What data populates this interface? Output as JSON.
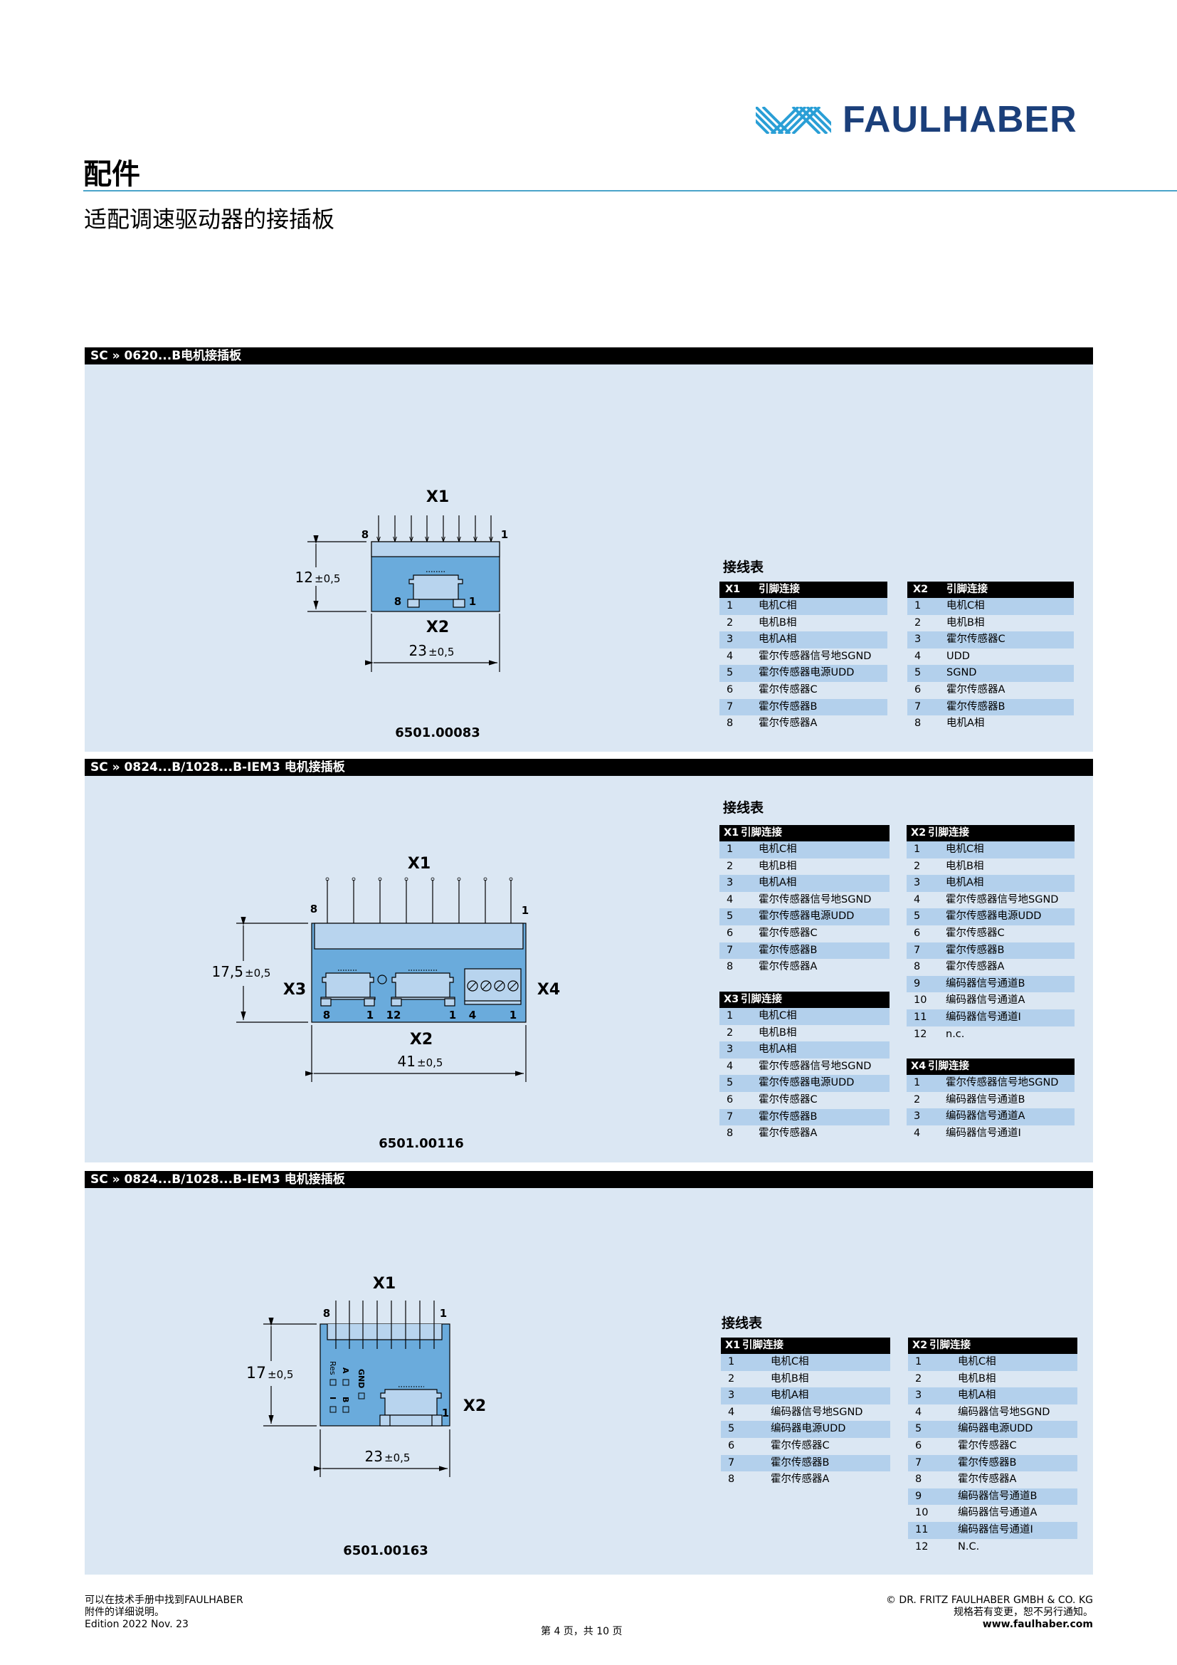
{
  "brand": {
    "name": "FAULHABER",
    "colors": {
      "navy": "#1b3f7a",
      "cyan": "#2a9fd6"
    }
  },
  "header": {
    "title": "配件",
    "subtitle": "适配调速驱动器的接插板"
  },
  "colors": {
    "panel": "#dbe7f3",
    "stripe": "#b3d0ec",
    "board": "#6aabdc",
    "board_light": "#b8d4ee",
    "rule": "#4aa3c9"
  },
  "sections": [
    {
      "title": "SC » 0620...B电机接插板",
      "part_number": "6501.00083",
      "drawing": {
        "x1": "X1",
        "x2": "X2",
        "pin_first": "8",
        "pin_last": "1",
        "height_dim": "12",
        "width_dim": "23",
        "tol": "±0,5"
      },
      "wiring_title": "接线表",
      "tables": [
        {
          "id": "X1",
          "label": "引脚连接",
          "rows": [
            [
              "1",
              "电机C相"
            ],
            [
              "2",
              "电机B相"
            ],
            [
              "3",
              "电机A相"
            ],
            [
              "4",
              "霍尔传感器信号地SGND"
            ],
            [
              "5",
              "霍尔传感器电源UDD"
            ],
            [
              "6",
              "霍尔传感器C"
            ],
            [
              "7",
              "霍尔传感器B"
            ],
            [
              "8",
              "霍尔传感器A"
            ]
          ]
        },
        {
          "id": "X2",
          "label": "引脚连接",
          "rows": [
            [
              "1",
              "电机C相"
            ],
            [
              "2",
              "电机B相"
            ],
            [
              "3",
              "霍尔传感器C"
            ],
            [
              "4",
              "UDD"
            ],
            [
              "5",
              "SGND"
            ],
            [
              "6",
              "霍尔传感器A"
            ],
            [
              "7",
              "霍尔传感器B"
            ],
            [
              "8",
              "电机A相"
            ]
          ]
        }
      ]
    },
    {
      "title": "SC » 0824...B/1028...B-IEM3 电机接插板",
      "part_number": "6501.00116",
      "drawing": {
        "x1": "X1",
        "x2": "X2",
        "x3": "X3",
        "x4": "X4",
        "pin_first": "8",
        "pin_last": "1",
        "x3_first": "8",
        "x3_last": "1",
        "x2_first": "12",
        "x2_last": "1",
        "x4_first": "4",
        "x4_last": "1",
        "height_dim": "17,5",
        "width_dim": "41",
        "tol": "±0,5"
      },
      "wiring_title": "接线表",
      "tables": [
        {
          "id": "X1",
          "label": "引脚连接",
          "rows": [
            [
              "1",
              "电机C相"
            ],
            [
              "2",
              "电机B相"
            ],
            [
              "3",
              "电机A相"
            ],
            [
              "4",
              "霍尔传感器信号地SGND"
            ],
            [
              "5",
              "霍尔传感器电源UDD"
            ],
            [
              "6",
              "霍尔传感器C"
            ],
            [
              "7",
              "霍尔传感器B"
            ],
            [
              "8",
              "霍尔传感器A"
            ]
          ]
        },
        {
          "id": "X2",
          "label": "引脚连接",
          "rows": [
            [
              "1",
              "电机C相"
            ],
            [
              "2",
              "电机B相"
            ],
            [
              "3",
              "电机A相"
            ],
            [
              "4",
              "霍尔传感器信号地SGND"
            ],
            [
              "5",
              "霍尔传感器电源UDD"
            ],
            [
              "6",
              "霍尔传感器C"
            ],
            [
              "7",
              "霍尔传感器B"
            ],
            [
              "8",
              "霍尔传感器A"
            ],
            [
              "9",
              "编码器信号通道B"
            ],
            [
              "10",
              "编码器信号通道A"
            ],
            [
              "11",
              "编码器信号通道I"
            ],
            [
              "12",
              "n.c."
            ]
          ]
        },
        {
          "id": "X3",
          "label": "引脚连接",
          "rows": [
            [
              "1",
              "电机C相"
            ],
            [
              "2",
              "电机B相"
            ],
            [
              "3",
              "电机A相"
            ],
            [
              "4",
              "霍尔传感器信号地SGND"
            ],
            [
              "5",
              "霍尔传感器电源UDD"
            ],
            [
              "6",
              "霍尔传感器C"
            ],
            [
              "7",
              "霍尔传感器B"
            ],
            [
              "8",
              "霍尔传感器A"
            ]
          ]
        },
        {
          "id": "X4",
          "label": "引脚连接",
          "rows": [
            [
              "1",
              "霍尔传感器信号地SGND"
            ],
            [
              "2",
              "编码器信号通道B"
            ],
            [
              "3",
              "编码器信号通道A"
            ],
            [
              "4",
              "编码器信号通道I"
            ]
          ]
        }
      ]
    },
    {
      "title": "SC » 0824...B/1028...B-IEM3 电机接插板",
      "part_number": "6501.00163",
      "drawing": {
        "x1": "X1",
        "x2": "X2",
        "pin_first": "8",
        "pin_last": "1",
        "x2_pin": "1",
        "height_dim": "17",
        "width_dim": "23",
        "tol": "±0,5",
        "pad_res": "Res",
        "pad_a": "A",
        "pad_gnd": "GND",
        "pad_i": "I",
        "pad_b": "B"
      },
      "wiring_title": "接线表",
      "tables": [
        {
          "id": "X1",
          "label": "引脚连接",
          "rows": [
            [
              "1",
              "电机C相"
            ],
            [
              "2",
              "电机B相"
            ],
            [
              "3",
              "电机A相"
            ],
            [
              "4",
              "编码器信号地SGND"
            ],
            [
              "5",
              "编码器电源UDD"
            ],
            [
              "6",
              "霍尔传感器C"
            ],
            [
              "7",
              "霍尔传感器B"
            ],
            [
              "8",
              "霍尔传感器A"
            ]
          ]
        },
        {
          "id": "X2",
          "label": "引脚连接",
          "rows": [
            [
              "1",
              "电机C相"
            ],
            [
              "2",
              "电机B相"
            ],
            [
              "3",
              "电机A相"
            ],
            [
              "4",
              "编码器信号地SGND"
            ],
            [
              "5",
              "编码器电源UDD"
            ],
            [
              "6",
              "霍尔传感器C"
            ],
            [
              "7",
              "霍尔传感器B"
            ],
            [
              "8",
              "霍尔传感器A"
            ],
            [
              "9",
              "编码器信号通道B"
            ],
            [
              "10",
              "编码器信号通道A"
            ],
            [
              "11",
              "编码器信号通道I"
            ],
            [
              "12",
              "N.C."
            ]
          ]
        }
      ]
    }
  ],
  "footer": {
    "note_line1": "可以在技术手册中找到FAULHABER",
    "note_line2": "附件的详细说明。",
    "edition": "Edition 2022 Nov. 23",
    "page": "第 4 页，共 10 页",
    "copyright": "© DR. FRITZ FAULHABER GMBH & CO. KG",
    "disclaimer": "规格若有变更，恕不另行通知。",
    "website": "www.faulhaber.com"
  }
}
